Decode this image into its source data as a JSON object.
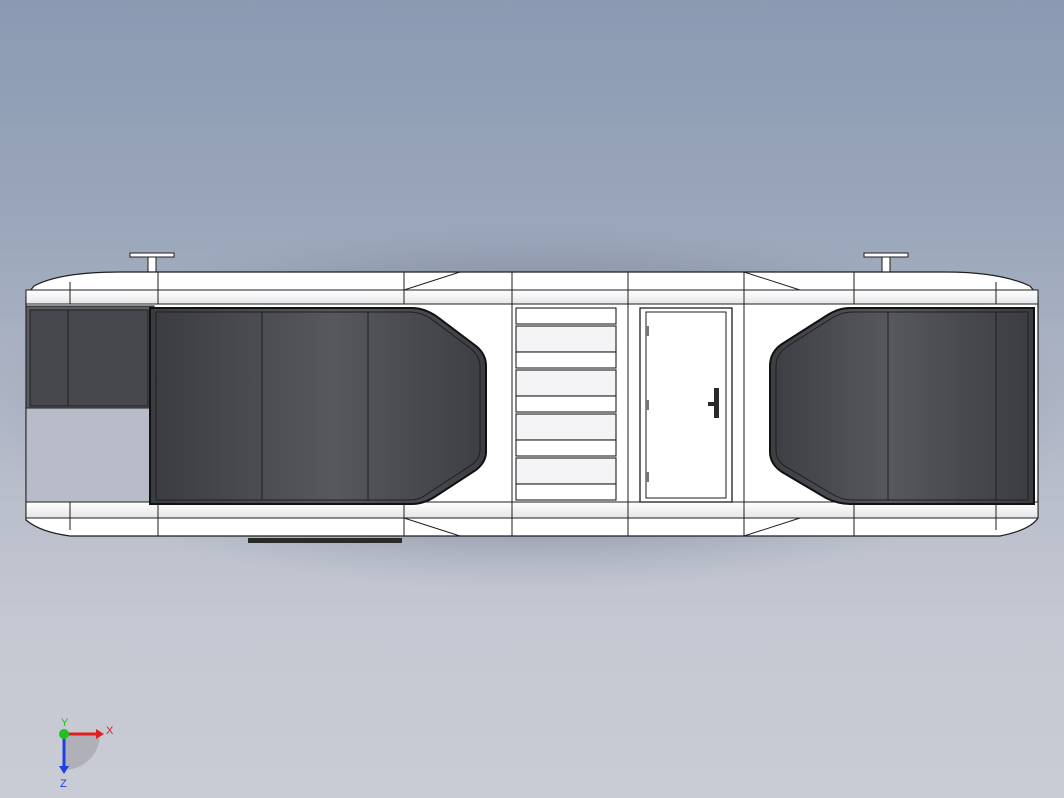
{
  "viewport": {
    "background_top": "#8b9ab2",
    "background_bottom": "#c9ccd4"
  },
  "model": {
    "body_color": "#ffffff",
    "panel_color": "#4a4c52",
    "edge_color": "#1e1e1e",
    "shadow_color": "#55586a"
  },
  "triad": {
    "x_label": "X",
    "y_label": "Y",
    "z_label": "Z",
    "x_color": "#e02020",
    "y_color": "#20c020",
    "z_color": "#2040e0"
  }
}
